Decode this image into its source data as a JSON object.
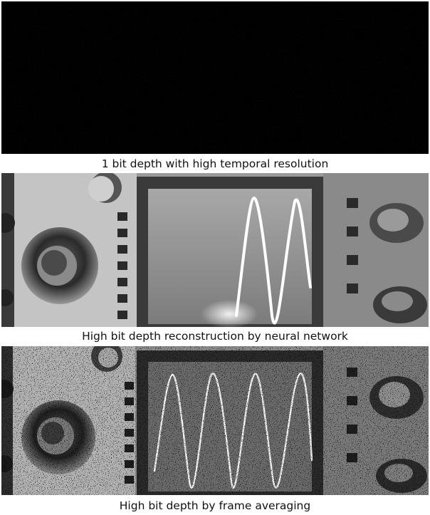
{
  "panels": [
    {
      "id": "binary",
      "caption": "1 bit depth with high temporal resolution",
      "palette": {
        "dark": "#000000",
        "light": "#ffffff"
      }
    },
    {
      "id": "neural",
      "caption": "High bit depth reconstruction by neural network",
      "palette": {
        "dark": "#1a1a1a",
        "mid": "#8a8a8a",
        "light": "#d8d8d8",
        "trace": "#ffffff"
      }
    },
    {
      "id": "averaging",
      "caption": "High bit depth by frame averaging",
      "palette": {
        "dark": "#141414",
        "mid": "#6e6e6e",
        "light": "#bdbdbd",
        "trace": "#f2f2f2"
      }
    }
  ]
}
